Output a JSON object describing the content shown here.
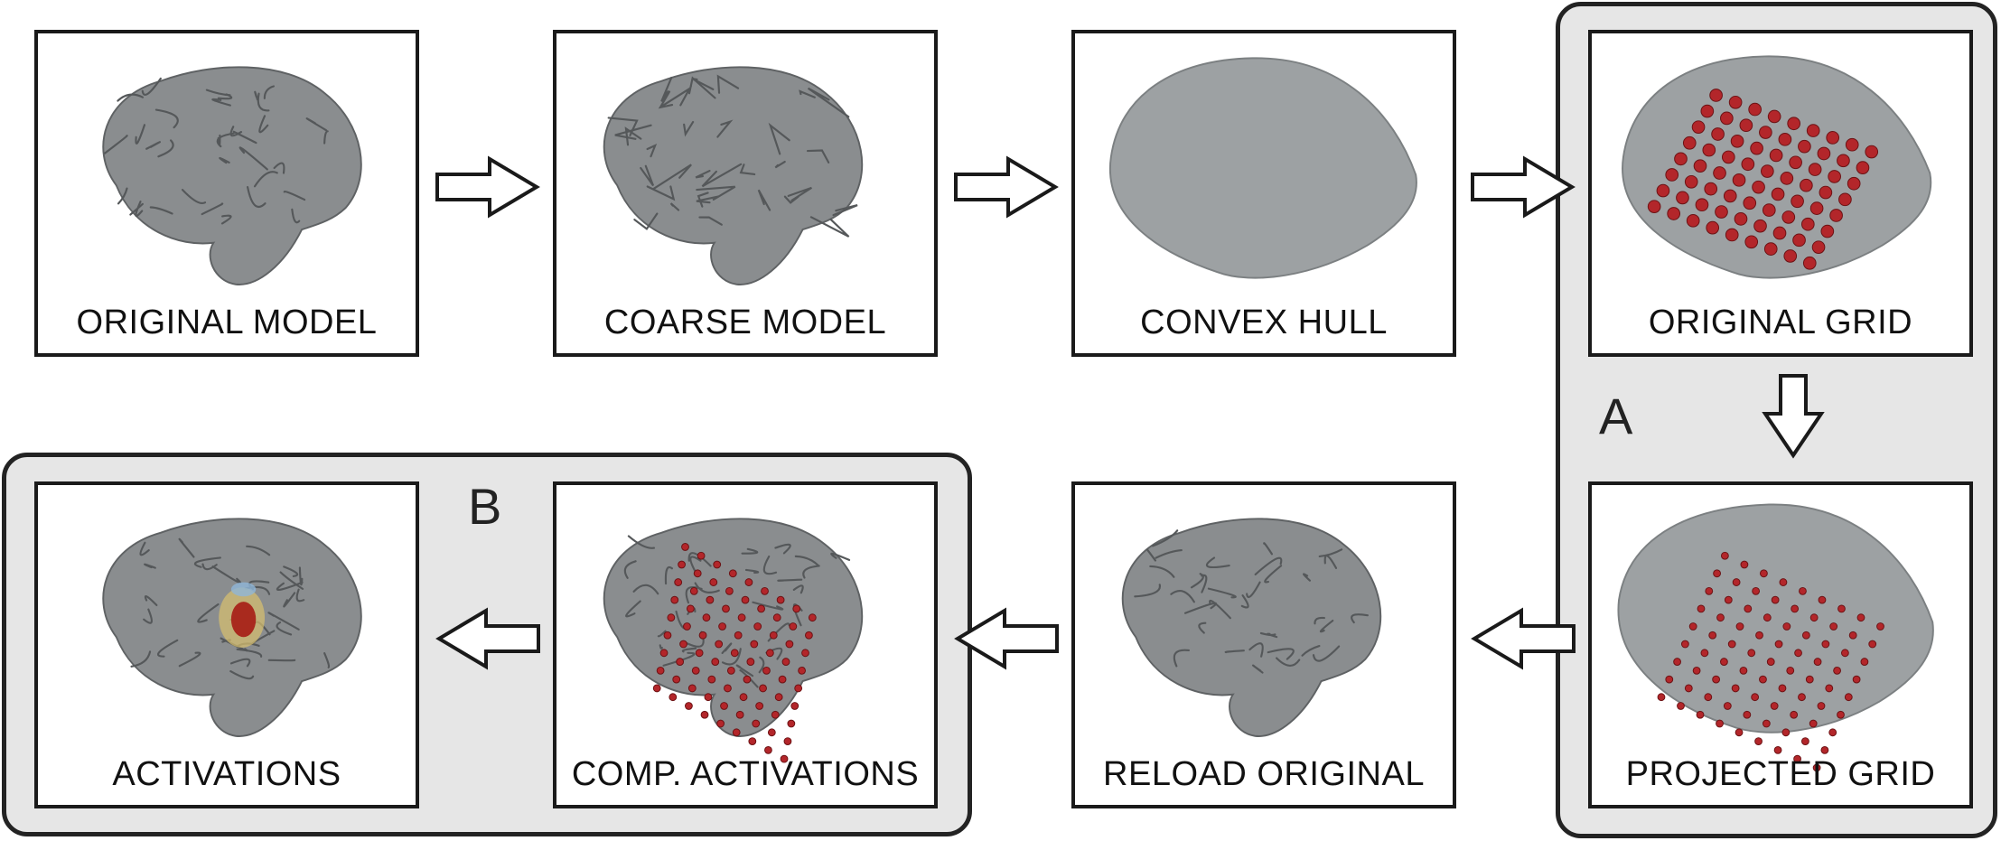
{
  "panels": {
    "p1": "ORIGINAL MODEL",
    "p2": "COARSE MODEL",
    "p3": "CONVEX HULL",
    "p4": "ORIGINAL GRID",
    "p5": "PROJECTED GRID",
    "p6": "RELOAD ORIGINAL",
    "p7": "COMP.  ACTIVATIONS",
    "p8": "ACTIVATIONS"
  },
  "groups": {
    "a": "A",
    "b": "B"
  },
  "colors": {
    "brain": "#8a8d8f",
    "hull": "#9da1a3",
    "electrode": "#b3262a",
    "group_bg": "#e6e6e6"
  }
}
